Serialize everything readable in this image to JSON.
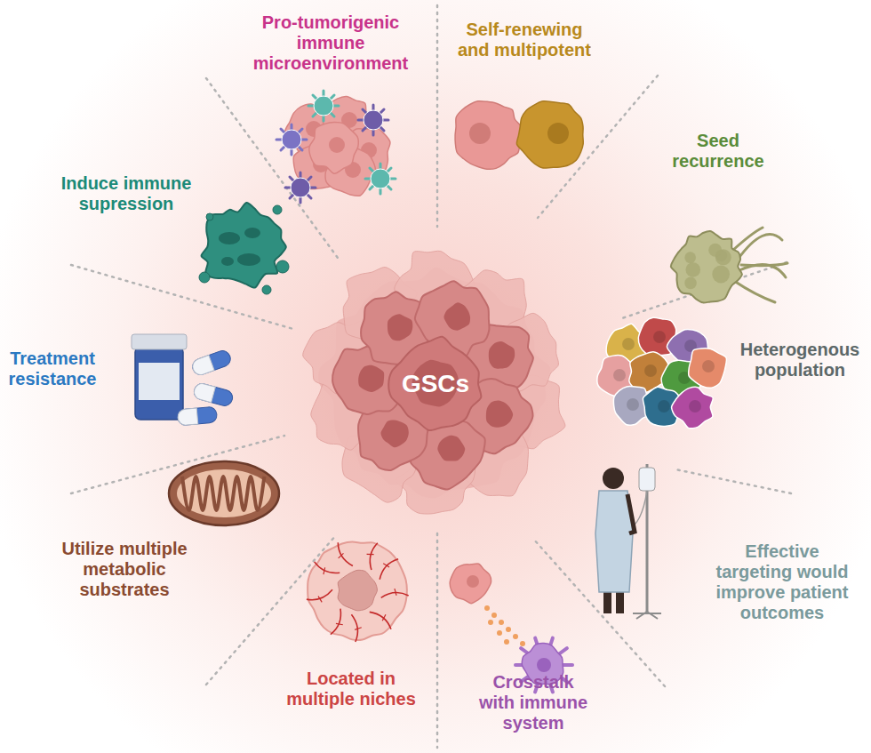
{
  "diagram": {
    "nodes": [
      {
        "text": [
          "GSCs"
        ]
      }
    ],
    "labels": [
      "Pro-tumorigenic immune microenvironment",
      "Self-renewing and multipotent",
      "Induce immune supression",
      "Seed recurrence",
      "Treatment resistance",
      "Heterogenous population",
      "Utilize multiple metabolic substrates",
      "Effective targeting would improve patient outcomes",
      "Located in multiple niches",
      "Crosstalk with immune system"
    ]
  }
}
